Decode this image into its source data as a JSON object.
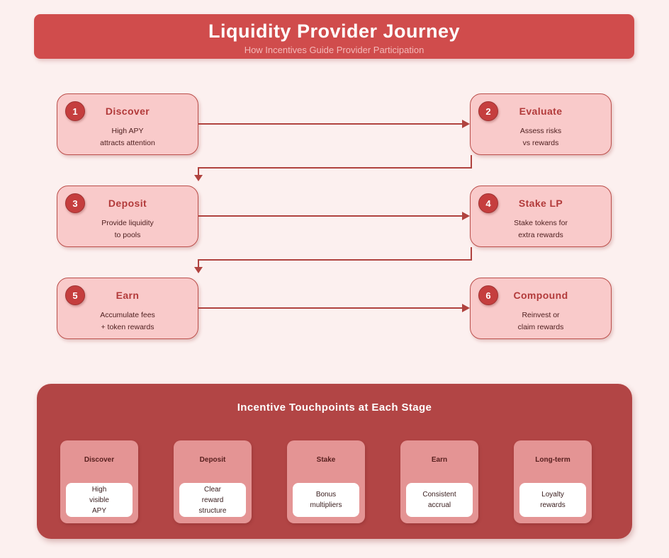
{
  "header": {
    "title": "Liquidity Provider Journey",
    "subtitle": "How Incentives Guide Provider Participation"
  },
  "flow": {
    "steps": [
      {
        "number": "1",
        "title": "Discover",
        "line1": "High APY",
        "line2": "attracts attention"
      },
      {
        "number": "2",
        "title": "Evaluate",
        "line1": "Assess risks",
        "line2": "vs rewards"
      },
      {
        "number": "3",
        "title": "Deposit",
        "line1": "Provide liquidity",
        "line2": "to pools"
      },
      {
        "number": "4",
        "title": "Stake LP",
        "line1": "Stake tokens for",
        "line2": "extra rewards"
      },
      {
        "number": "5",
        "title": "Earn",
        "line1": "Accumulate fees",
        "line2": "+ token rewards"
      },
      {
        "number": "6",
        "title": "Compound",
        "line1": "Reinvest or",
        "line2": "claim rewards"
      }
    ]
  },
  "touchpoints": {
    "title": "Incentive Touchpoints at Each Stage",
    "cards": [
      {
        "label": "Discover",
        "line1": "High",
        "line2": "visible",
        "line3": "APY"
      },
      {
        "label": "Deposit",
        "line1": "Clear",
        "line2": "reward",
        "line3": "structure"
      },
      {
        "label": "Stake",
        "line1": "Bonus",
        "line2": "multipliers",
        "line3": ""
      },
      {
        "label": "Earn",
        "line1": "Consistent",
        "line2": "accrual",
        "line3": ""
      },
      {
        "label": "Long-term",
        "line1": "Loyalty",
        "line2": "rewards",
        "line3": ""
      }
    ]
  },
  "colors": {
    "bg": "#fcf0ef",
    "header_bg": "#d04c4c",
    "header_subtitle": "#f3b9b9",
    "box_fill": "#f9caca",
    "box_border": "#bb4f4b",
    "box_title": "#b23a3a",
    "body_text": "#4f2020",
    "circle_bg": "#c53e3e",
    "circle_border": "#a03232",
    "arrow": "#b0433f",
    "panel_bg": "#b24545",
    "card_bg": "#e49494",
    "card_label": "#58201f",
    "white_box": "#ffffff"
  }
}
